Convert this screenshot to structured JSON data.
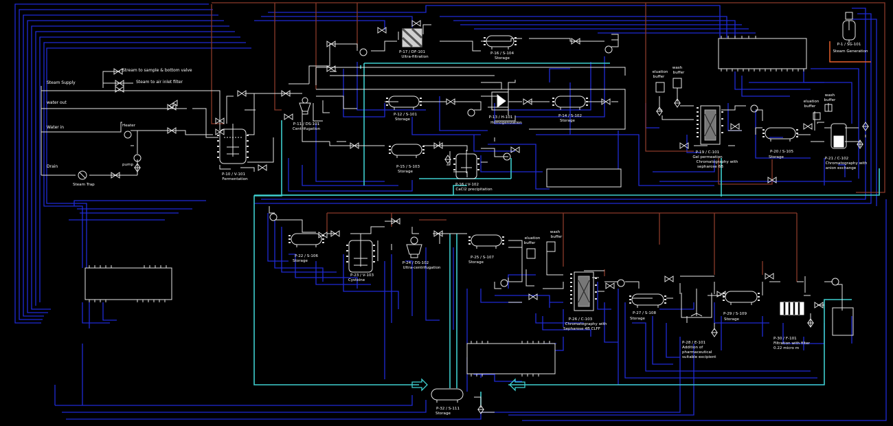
{
  "colors": {
    "background": "#000000",
    "utility_blue": "#1f2bd6",
    "product_cyan": "#3fd0d0",
    "brown_header": "#8b3a2a",
    "white_line": "#e6e6e6",
    "steam_orange": "#e8602c"
  },
  "left_panel": {
    "steam_supply": "Steam Supply",
    "stream_sample": "Stream to sample & bottom valve",
    "stream_filter": "Steam to air inlet filter",
    "water_out": "water out",
    "water_in": "Water in",
    "heater": "Heater",
    "pump": "pump",
    "drain": "Drain",
    "steam_trap": "Steam Trap"
  },
  "units": {
    "sg101": {
      "line1": "P-1 / SG-101",
      "line2": "Steam Generation"
    },
    "v101": {
      "line1": "P-10 / V-101",
      "line2": "Fermentation"
    },
    "ds101": {
      "line1": "P-11 / DS-101",
      "line2": "Centrifugation"
    },
    "df101": {
      "line1": "P-17 / DF-101",
      "line2": "Ultra-filtration"
    },
    "s104": {
      "line1": "P-16 / S-104",
      "line2": "Storage"
    },
    "s101": {
      "line1": "P-12 / S-101",
      "line2": "Storage"
    },
    "h101": {
      "line1": "P-13 / H-101",
      "line2": "Homogenization"
    },
    "s102": {
      "line1": "P-14 / S-102",
      "line2": "Storage"
    },
    "s103": {
      "line1": "P-15 / S-103",
      "line2": "Storage"
    },
    "v102": {
      "line1": "P-16 / V-102",
      "line2": "CaCl2 precipitation"
    },
    "c101": {
      "line1": "P-19 / C-101",
      "line2": "Gel permeation",
      "line3": "Chromatography with",
      "line4": "sepharose 6B"
    },
    "s105": {
      "line1": "P-20 / S-105",
      "line2": "Storage"
    },
    "c102": {
      "line1": "P-21 / C-102",
      "line2": "Chromatography with",
      "line3": "anion exchange"
    },
    "s106": {
      "line1": "P-22 / S-106",
      "line2": "Storage"
    },
    "v103": {
      "line1": "P-23 / V-103",
      "line2": "Cysteine"
    },
    "ds102": {
      "line1": "P-24 / DS-102",
      "line2": "Ultra-centrifugation"
    },
    "s107": {
      "line1": "P-25 / S-107",
      "line2": "Storage"
    },
    "c103": {
      "line1": "P-26 / C-103",
      "line2": "Chromatography with",
      "line3": "Sepharose 4B CLFF"
    },
    "s108": {
      "line1": "P-27 / S-108",
      "line2": "Storage"
    },
    "e101": {
      "line1": "P-28 / E-101",
      "line2": "Addition of",
      "line3": "pharmaceutical",
      "line4": "suitable excipient"
    },
    "s109": {
      "line1": "P-29 / S-109",
      "line2": "Storage"
    },
    "f101": {
      "line1": "P-30 / F-101",
      "line2": "Filtration with filter",
      "line3": "0.22 micro m"
    },
    "s111": {
      "line1": "P-32 / S-111",
      "line2": "Storage"
    }
  },
  "buffers": {
    "c101_elution": [
      "eluation",
      "buffer"
    ],
    "c101_wash": [
      "wash",
      "buffer"
    ],
    "c102_elution": [
      "eluation",
      "buffer"
    ],
    "c102_wash": [
      "wash",
      "buffer"
    ],
    "c103_elution": [
      "eluation",
      "buffer"
    ],
    "c103_wash": [
      "wash",
      "buffer"
    ]
  }
}
